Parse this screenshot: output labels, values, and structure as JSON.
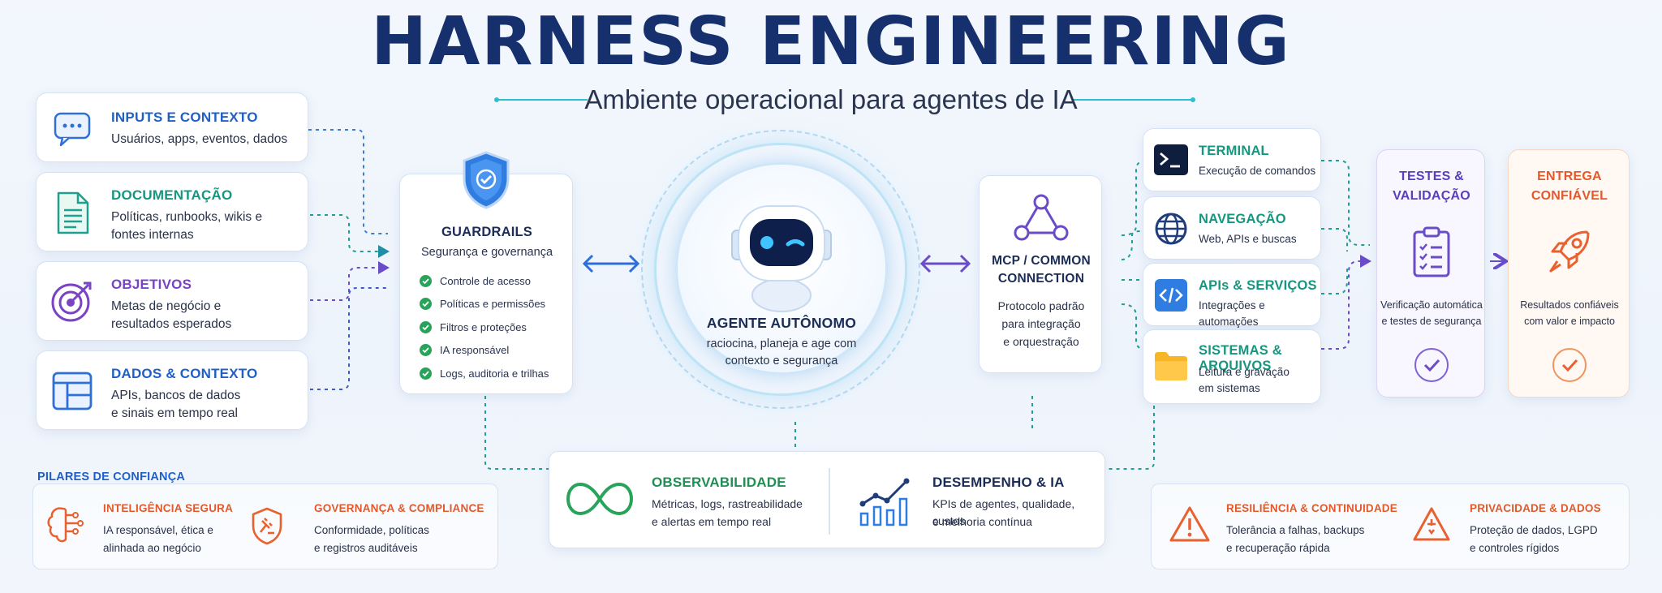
{
  "header": {
    "title": "HARNESS ENGINEERING",
    "subtitle": "Ambiente operacional para agentes de IA"
  },
  "inputs": [
    {
      "title": "INPUTS E CONTEXTO",
      "lines": [
        "Usuários, apps, eventos, dados"
      ],
      "icon": "chat-icon",
      "color": "#1f5fc7"
    },
    {
      "title": "DOCUMENTAÇÃO",
      "lines": [
        "Políticas, runbooks, wikis e",
        "fontes internas"
      ],
      "icon": "document-icon",
      "color": "#17967f"
    },
    {
      "title": "OBJETIVOS",
      "lines": [
        "Metas de negócio e",
        "resultados esperados"
      ],
      "icon": "target-icon",
      "color": "#7a43c4"
    },
    {
      "title": "DADOS & CONTEXTO",
      "lines": [
        "APIs, bancos de dados",
        "e sinais em tempo real"
      ],
      "icon": "dashboard-icon",
      "color": "#1f5fc7"
    }
  ],
  "guardrails": {
    "title": "GUARDRAILS",
    "subtitle": "Segurança e governança",
    "items": [
      "Controle de acesso",
      "Políticas e permissões",
      "Filtros e proteções",
      "IA responsável",
      "Logs, auditoria e trilhas"
    ]
  },
  "agent": {
    "title": "AGENTE AUTÔNOMO",
    "lines": [
      "raciocina, planeja e age com",
      "contexto e segurança"
    ]
  },
  "mcp": {
    "title_lines": [
      "MCP / COMMON",
      "CONNECTION"
    ],
    "lines": [
      "Protocolo padrão",
      "para integração",
      "e orquestração"
    ]
  },
  "tools": [
    {
      "title": "TERMINAL",
      "lines": [
        "Execução de comandos"
      ],
      "icon": "terminal-icon"
    },
    {
      "title": "NAVEGAÇÃO",
      "lines": [
        "Web, APIs e buscas"
      ],
      "icon": "globe-icon"
    },
    {
      "title": "APIs & SERVIÇOS",
      "lines": [
        "Integrações e automações"
      ],
      "icon": "code-icon"
    },
    {
      "title": "SISTEMAS & ARQUIVOS",
      "lines": [
        "Leitura e gravação",
        "em sistemas"
      ],
      "icon": "folder-icon"
    }
  ],
  "testes": {
    "title_lines": [
      "TESTES &",
      "VALIDAÇÃO"
    ],
    "lines": [
      "Verificação automática",
      "e testes de segurança"
    ]
  },
  "entrega": {
    "title_lines": [
      "ENTREGA",
      "CONFIÁVEL"
    ],
    "lines": [
      "Resultados confiáveis",
      "com valor e impacto"
    ]
  },
  "pilares": {
    "label": "PILARES DE CONFIANÇA",
    "items": [
      {
        "title": "INTELIGÊNCIA SEGURA",
        "lines": [
          "IA responsável, ética e",
          "alinhada ao negócio"
        ]
      },
      {
        "title": "GOVERNANÇA & COMPLIANCE",
        "lines": [
          "Conformidade, políticas",
          "e registros auditáveis"
        ]
      }
    ]
  },
  "observ": {
    "title": "OBSERVABILIDADE",
    "lines": [
      "Métricas, logs, rastreabilidade",
      "e alertas em tempo real"
    ]
  },
  "desemp": {
    "title": "DESEMPENHO & IA",
    "lines": [
      "KPIs de agentes, qualidade, custos",
      "e melhoria contínua"
    ]
  },
  "resil": [
    {
      "title": "RESILIÊNCIA & CONTINUIDADE",
      "lines": [
        "Tolerância a falhas, backups",
        "e recuperação rápida"
      ]
    },
    {
      "title": "PRIVACIDADE & DADOS",
      "lines": [
        "Proteção de dados, LGPD",
        "e controles rígidos"
      ]
    }
  ]
}
